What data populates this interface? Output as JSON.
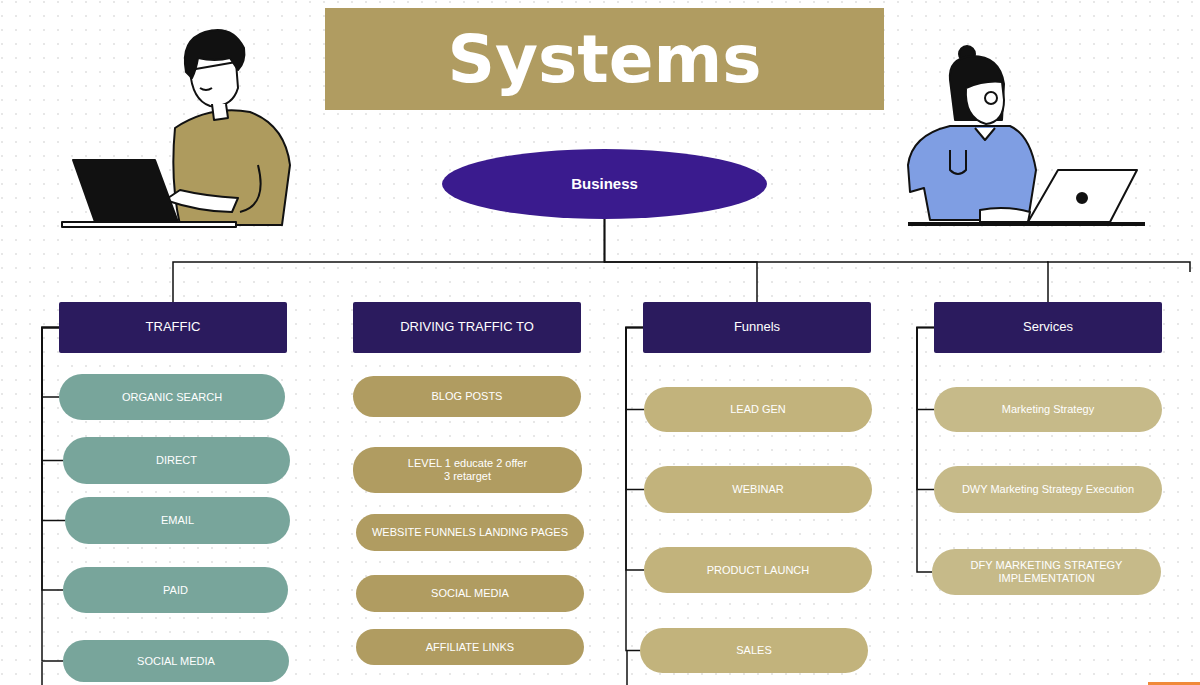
{
  "diagram": {
    "title": "Systems",
    "nodes": [
      {
        "text": [
          "Business"
        ]
      },
      {
        "text": [
          "TRAFFIC"
        ]
      },
      {
        "text": [
          "ORGANIC SEARCH"
        ]
      },
      {
        "text": [
          "DIRECT"
        ]
      },
      {
        "text": [
          "EMAIL"
        ]
      },
      {
        "text": [
          "PAID"
        ]
      },
      {
        "text": [
          "SOCIAL MEDIA"
        ]
      },
      {
        "text": [
          "DRIVING TRAFFIC TO"
        ]
      },
      {
        "text": [
          "BLOG POSTS"
        ]
      },
      {
        "text": [
          "LEVEL 1 educate 2 offer 3 retarget"
        ]
      },
      {
        "text": [
          "WEBSITE FUNNELS LANDING PAGES"
        ]
      },
      {
        "text": [
          "SOCIAL MEDIA"
        ]
      },
      {
        "text": [
          "AFFILIATE LINKS"
        ]
      },
      {
        "text": [
          "Funnels"
        ]
      },
      {
        "text": [
          "LEAD GEN"
        ]
      },
      {
        "text": [
          "WEBINAR"
        ]
      },
      {
        "text": [
          "PRODUCT LAUNCH"
        ]
      },
      {
        "text": [
          "SALES"
        ]
      },
      {
        "text": [
          "Services"
        ]
      },
      {
        "text": [
          "Marketing Strategy"
        ]
      },
      {
        "text": [
          "DWY Marketing Strategy Execution"
        ]
      },
      {
        "text": [
          "DFY MARKETING STRATEGY IMPLEMENTATION"
        ]
      }
    ],
    "edges": [
      {
        "from": 0,
        "to": 1,
        "arrow": "none"
      },
      {
        "from": 0,
        "to": 13,
        "arrow": "none"
      },
      {
        "from": 0,
        "to": 18,
        "arrow": "none"
      },
      {
        "from": 1,
        "to": 2,
        "arrow": "none"
      },
      {
        "from": 1,
        "to": 3,
        "arrow": "none"
      },
      {
        "from": 1,
        "to": 4,
        "arrow": "none"
      },
      {
        "from": 1,
        "to": 5,
        "arrow": "none"
      },
      {
        "from": 1,
        "to": 6,
        "arrow": "none"
      },
      {
        "from": 13,
        "to": 14,
        "arrow": "none"
      },
      {
        "from": 13,
        "to": 15,
        "arrow": "none"
      },
      {
        "from": 13,
        "to": 16,
        "arrow": "none"
      },
      {
        "from": 13,
        "to": 17,
        "arrow": "none"
      },
      {
        "from": 18,
        "to": 19,
        "arrow": "none"
      },
      {
        "from": 18,
        "to": 20,
        "arrow": "none"
      },
      {
        "from": 18,
        "to": 21,
        "arrow": "none"
      }
    ]
  }
}
